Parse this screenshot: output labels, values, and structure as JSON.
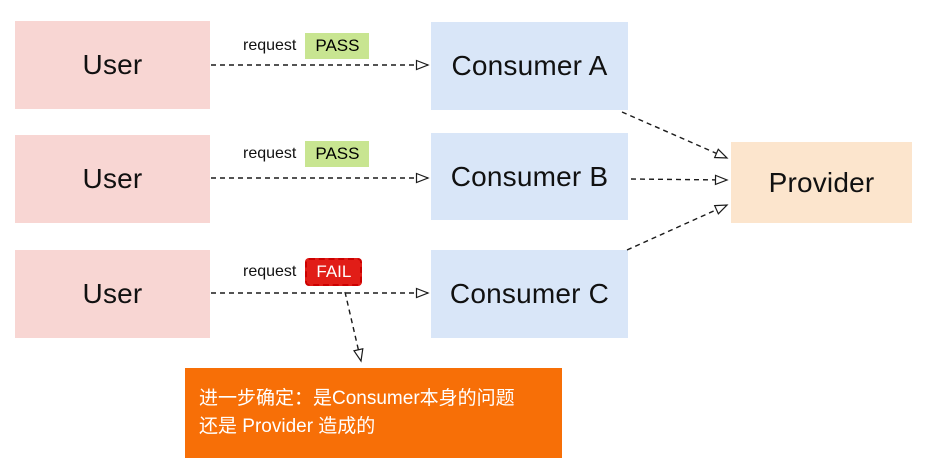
{
  "diagram": {
    "nodes": {
      "user1": {
        "label": "User"
      },
      "user2": {
        "label": "User"
      },
      "user3": {
        "label": "User"
      },
      "consumer_a": {
        "label": "Consumer A"
      },
      "consumer_b": {
        "label": "Consumer B"
      },
      "consumer_c": {
        "label": "Consumer C"
      },
      "provider": {
        "label": "Provider"
      }
    },
    "edges": [
      {
        "from": "user1",
        "to": "consumer_a",
        "label": "request",
        "status": "PASS"
      },
      {
        "from": "user2",
        "to": "consumer_b",
        "label": "request",
        "status": "PASS"
      },
      {
        "from": "user3",
        "to": "consumer_c",
        "label": "request",
        "status": "FAIL"
      },
      {
        "from": "consumer_a",
        "to": "provider"
      },
      {
        "from": "consumer_b",
        "to": "provider"
      },
      {
        "from": "consumer_c",
        "to": "provider"
      },
      {
        "from": "fail_badge",
        "to": "note"
      }
    ],
    "note": {
      "line1": "进一步确定：是Consumer本身的问题",
      "line2": "还是 Provider 造成的"
    },
    "colors": {
      "user_box": "#f8d6d3",
      "consumer_box": "#d9e6f8",
      "provider_box": "#fce5cd",
      "pass_badge": "#c8e591",
      "fail_badge_bg": "#e11d17",
      "fail_badge_border": "#cc0000",
      "note_box": "#f76f07",
      "arrow": "#1a1a1a"
    }
  }
}
